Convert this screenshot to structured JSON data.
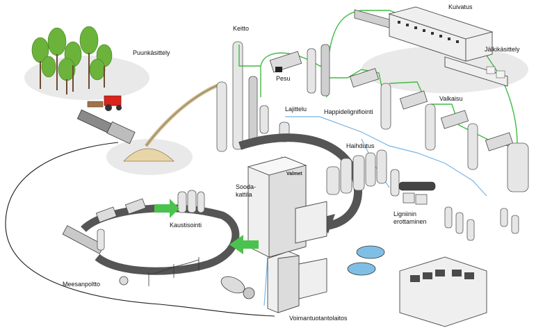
{
  "labels": {
    "keitto": "Keitto",
    "puunkasittely": "Puunkäsittely",
    "kuivatus": "Kuivatus",
    "jalkikasittely": "Jälkikäsittely",
    "pesu": "Pesu",
    "lajittelu": "Lajittelu",
    "happidelignifiointi": "Happidelignifiointi",
    "valkaisu": "Valkaisu",
    "haihdutus": "Haihdutus",
    "soodakattila_1": "Sooda-",
    "soodakattila_2": "kattila",
    "kaustisointi": "Kaustisointi",
    "ligniinin_1": "Ligniinin",
    "ligniinin_2": "erottaminen",
    "meesanpoltto": "Meesanpoltto",
    "voimantuotantolaitos": "Voimantuotantolaitos"
  },
  "brand": {
    "logo_text": "Valmet"
  },
  "colors": {
    "green_pipe": "#3dbb3f",
    "blue_pipe": "#78b5e6",
    "flow_arrow": "#555555",
    "green_arrow": "#4cc24e",
    "tree_green": "#6bb33a",
    "tractor_red": "#d9241c"
  }
}
